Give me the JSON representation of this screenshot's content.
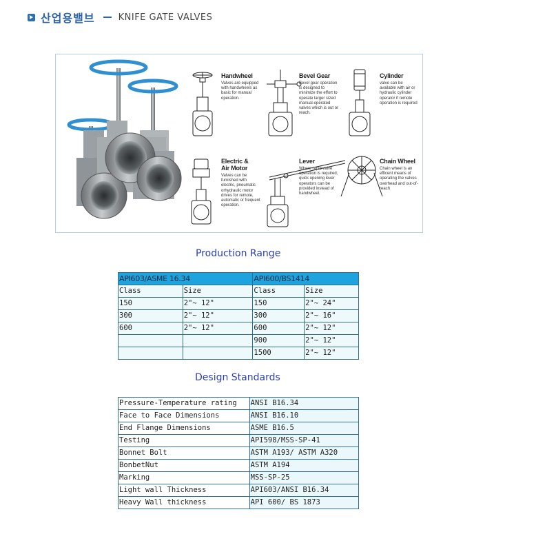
{
  "header": {
    "title_ko": "산업용밸브",
    "title_en": "KNIFE GATE VALVES"
  },
  "operators": [
    {
      "title": "Handwheel",
      "desc": "Valves are equipped with handwheels as basic for manual operation."
    },
    {
      "title": "Bevel Gear",
      "desc": "Bevel gear operation is designed to minimize the effort to operate larger sized manual-operated valves which is out or reach."
    },
    {
      "title": "Cylinder",
      "desc": "valve can be available with air or hydraulic cylinder operator if remote operation is required"
    },
    {
      "title": "Electric &",
      "title2": "Air Motor",
      "desc": "Valves can be furnished with electric, pneumatic orhydraulic motor drives for remote, automatic or frequent operation."
    },
    {
      "title": "Lever",
      "desc": "Where rapid valve operation is required, quick opening lever operators can be provided instead of handwheel."
    },
    {
      "title": "Chain Wheel",
      "desc": "Chain wheel is an efficent means of operating the valves overhead and out-of-reach"
    }
  ],
  "production": {
    "title": "Production Range",
    "group_left": "API603/ASME 16.34",
    "group_right": "API600/BS1414",
    "col_class": "Class",
    "col_size": "Size",
    "rows": [
      {
        "c1": "150",
        "s1": "2\"~ 12\"",
        "c2": "150",
        "s2": "2\"~ 24\""
      },
      {
        "c1": "300",
        "s1": "2\"~ 12\"",
        "c2": "300",
        "s2": "2\"~ 16\""
      },
      {
        "c1": "600",
        "s1": "2\"~ 12\"",
        "c2": "600",
        "s2": "2\"~ 12\""
      },
      {
        "c1": "",
        "s1": "",
        "c2": "900",
        "s2": "2\"~ 12\""
      },
      {
        "c1": "",
        "s1": "",
        "c2": "1500",
        "s2": "2\"~ 12\""
      }
    ]
  },
  "standards": {
    "title": "Design Standards",
    "rows": [
      {
        "k": "Pressure-Temperature rating",
        "v": "ANSI B16.34"
      },
      {
        "k": "Face to Face Dimensions",
        "v": "ANSI B16.10"
      },
      {
        "k": "End Flange Dimensions",
        "v": "ASME B16.5"
      },
      {
        "k": "Testing",
        "v": "API598/MSS-SP-41"
      },
      {
        "k": "Bonnet Bolt",
        "v": "ASTM A193/ ASTM A320"
      },
      {
        "k": "BonbetNut",
        "v": "ASTM A194"
      },
      {
        "k": "Marking",
        "v": "MSS-SP-25"
      },
      {
        "k": "Light wall Thickness",
        "v": "API603/ANSI B16.34"
      },
      {
        "k": "Heavy Wall thickness",
        "v": "API 600/ BS 1873"
      }
    ]
  },
  "colors": {
    "accent": "#2b64a6",
    "table_header": "#1fa3de",
    "table_border": "#2f6e8e",
    "handwheel": "#2f8fd0"
  }
}
